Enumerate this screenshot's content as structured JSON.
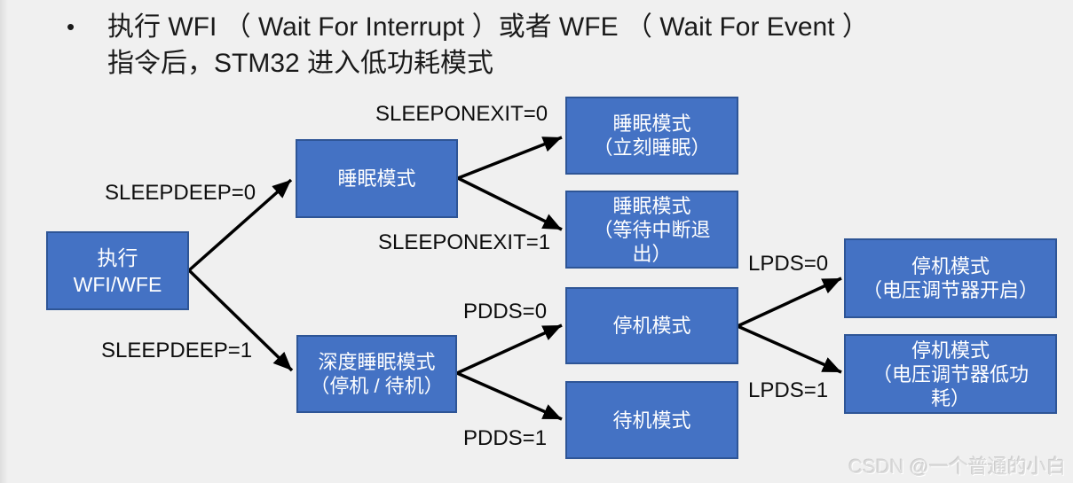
{
  "title": {
    "bullet": "•",
    "line1": "执行 WFI （ Wait For Interrupt ）或者 WFE （ Wait For Event ）",
    "line2": "指令后，STM32 进入低功耗模式"
  },
  "nodes": {
    "exec": {
      "line1": "执行",
      "line2": "WFI/WFE"
    },
    "sleep": {
      "line1": "睡眠模式"
    },
    "deep_sleep": {
      "line1": "深度睡眠模式",
      "line2": "（停机 / 待机）"
    },
    "sleep_immediate": {
      "line1": "睡眠模式",
      "line2": "（立刻睡眠）"
    },
    "sleep_wait_exit": {
      "line1": "睡眠模式",
      "line2": "（等待中断退",
      "line3": "出）"
    },
    "stop": {
      "line1": "停机模式"
    },
    "standby": {
      "line1": "待机模式"
    },
    "stop_regulator_on": {
      "line1": "停机模式",
      "line2": "（电压调节器开启）"
    },
    "stop_regulator_lp": {
      "line1": "停机模式",
      "line2": "（电压调节器低功",
      "line3": "耗）"
    }
  },
  "labels": {
    "sleepdeep_0": "SLEEPDEEP=0",
    "sleepdeep_1": "SLEEPDEEP=1",
    "sleeponexit_0": "SLEEPONEXIT=0",
    "sleeponexit_1": "SLEEPONEXIT=1",
    "pdds_0": "PDDS=0",
    "pdds_1": "PDDS=1",
    "lpds_0": "LPDS=0",
    "lpds_1": "LPDS=1"
  },
  "watermark": "CSDN @一个普通的小白",
  "colors": {
    "node_fill": "#4472C4",
    "node_border": "#2E5596",
    "node_text": "#FFFFFF",
    "background": "#F0F0F0",
    "arrow": "#000000",
    "watermark": "#DCDCDC"
  }
}
